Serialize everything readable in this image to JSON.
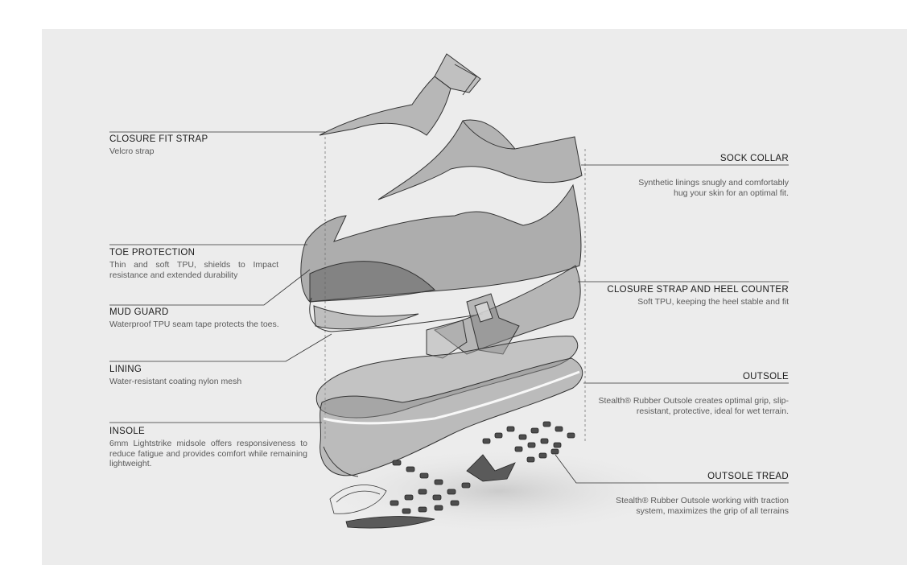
{
  "callouts_left": [
    {
      "title": "CLOSURE FIT STRAP",
      "desc": "Velcro strap"
    },
    {
      "title": "TOE PROTECTION",
      "desc": "Thin and soft TPU, shields to Impact resistance and extended durability"
    },
    {
      "title": "MUD GUARD",
      "desc": "Waterproof TPU seam tape protects the toes."
    },
    {
      "title": "LINING",
      "desc": "Water-resistant coating nylon mesh"
    },
    {
      "title": "INSOLE",
      "desc": "6mm Lightstrike midsole offers responsiveness to reduce fatigue and provides comfort while remaining lightweight."
    }
  ],
  "callouts_right": [
    {
      "title": "SOCK COLLAR",
      "desc": "Synthetic linings snugly and comfortably hug your skin for an optimal fit."
    },
    {
      "title": "CLOSURE STRAP AND HEEL COUNTER",
      "desc": "Soft TPU, keeping the heel stable and fit"
    },
    {
      "title": "OUTSOLE",
      "desc": "Stealth® Rubber Outsole creates optimal grip, slip-resistant, protective,  ideal for wet terrain."
    },
    {
      "title": "OUTSOLE TREAD",
      "desc": "Stealth® Rubber Outsole working with traction system, maximizes the grip of all terrains"
    }
  ]
}
